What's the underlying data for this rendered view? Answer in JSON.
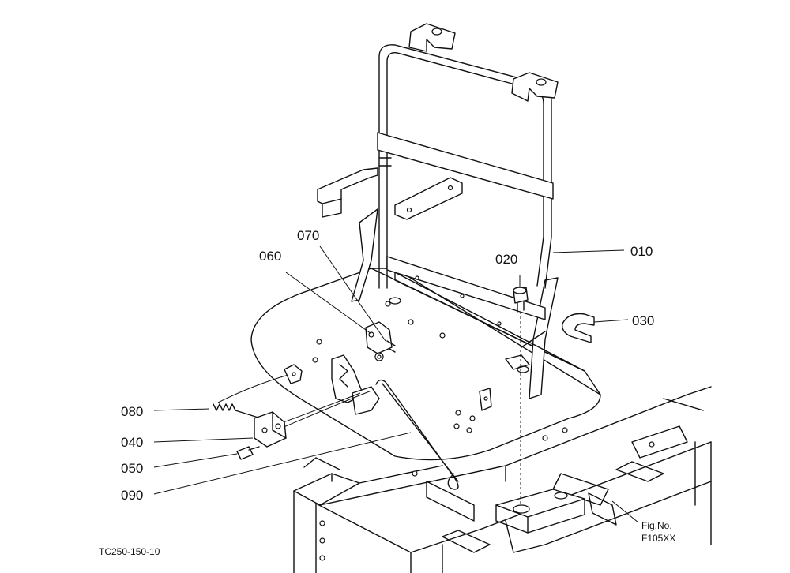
{
  "callouts": {
    "p010": "010",
    "p020": "020",
    "p030": "030",
    "p040": "040",
    "p050": "050",
    "p060": "060",
    "p070": "070",
    "p080": "080",
    "p090": "090"
  },
  "drawing_code": "TC250-150-10",
  "fig_label": "Fig.No.",
  "fig_number": "F105XX"
}
